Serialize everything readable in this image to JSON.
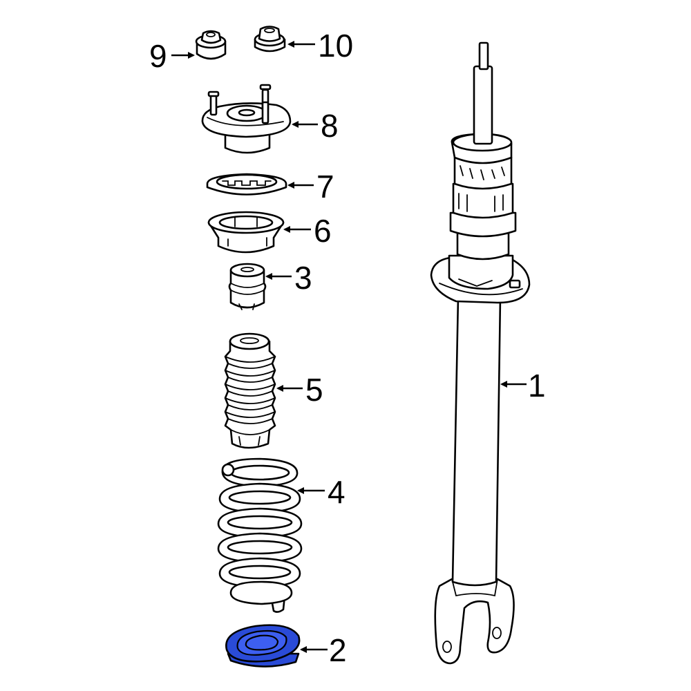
{
  "colors": {
    "highlight": "#2a4bd7",
    "line": "#000000",
    "background": "#ffffff"
  },
  "callouts": [
    {
      "id": "1",
      "label": "1"
    },
    {
      "id": "2",
      "label": "2"
    },
    {
      "id": "3",
      "label": "3"
    },
    {
      "id": "4",
      "label": "4"
    },
    {
      "id": "5",
      "label": "5"
    },
    {
      "id": "6",
      "label": "6"
    },
    {
      "id": "7",
      "label": "7"
    },
    {
      "id": "8",
      "label": "8"
    },
    {
      "id": "9",
      "label": "9"
    },
    {
      "id": "10",
      "label": "10"
    }
  ],
  "highlighted_part": "2"
}
